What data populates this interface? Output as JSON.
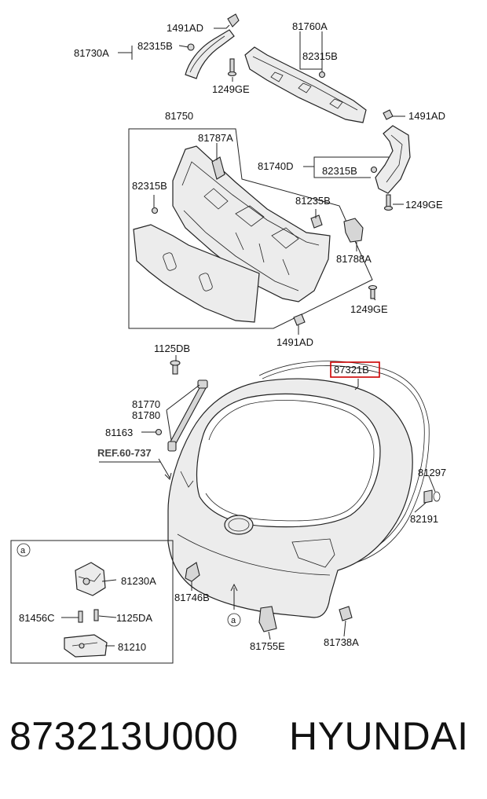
{
  "diagram": {
    "labels": {
      "l_1491AD_top": "1491AD",
      "l_81760A": "81760A",
      "l_81730A": "81730A",
      "l_82315B_top": "82315B",
      "l_82315B_mid": "82315B",
      "l_1249GE_top": "1249GE",
      "l_81750": "81750",
      "l_1491AD_right": "1491AD",
      "l_81787A": "81787A",
      "l_81740D": "81740D",
      "l_82315B_right": "82315B",
      "l_82315B_left": "82315B",
      "l_81235B": "81235B",
      "l_1249GE_right": "1249GE",
      "l_81788A": "81788A",
      "l_1249GE_low": "1249GE",
      "l_1491AD_low": "1491AD",
      "l_1125DB": "1125DB",
      "l_87321B": "87321B",
      "l_81770": "81770",
      "l_81780": "81780",
      "l_81163": "81163",
      "l_ref": "REF.60-737",
      "l_81297": "81297",
      "l_82191": "82191",
      "l_a_inset": "a",
      "l_81230A": "81230A",
      "l_81456C": "81456C",
      "l_1125DA": "1125DA",
      "l_81210": "81210",
      "l_81746B": "81746B",
      "l_a_main": "a",
      "l_81755E": "81755E",
      "l_81738A": "81738A"
    },
    "highlight_color": "#cc0000"
  },
  "caption": {
    "part_number": "873213U000",
    "brand": "HYUNDAI"
  }
}
